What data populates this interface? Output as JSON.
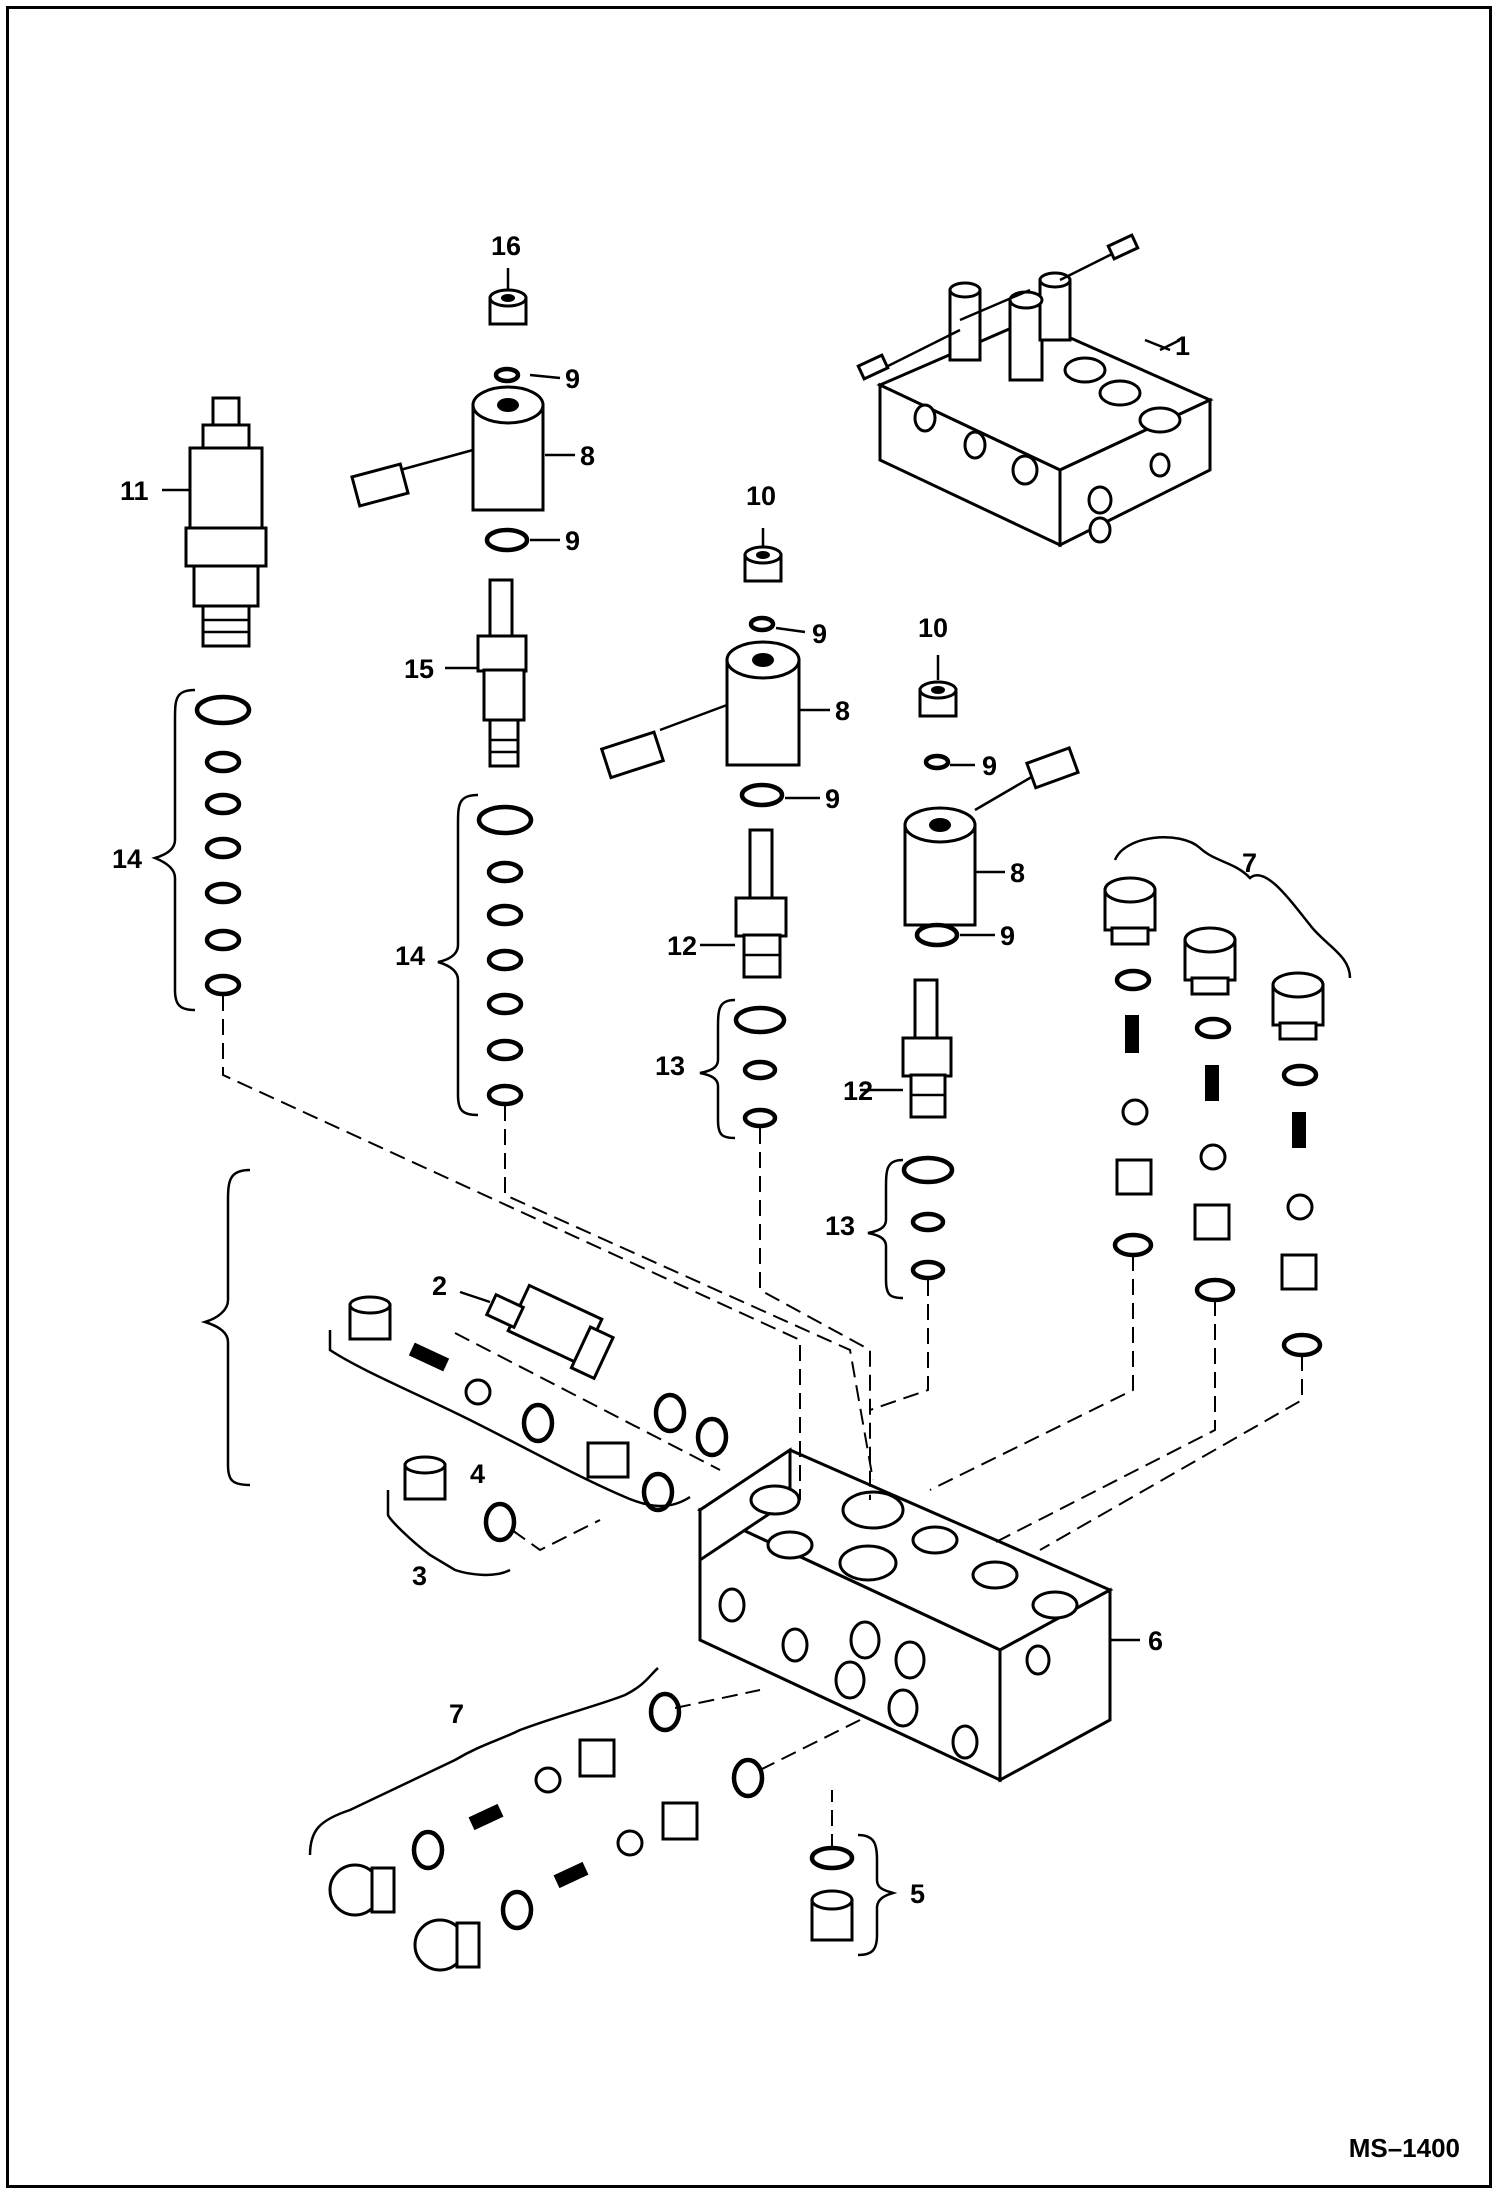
{
  "diagram": {
    "drawing_code": "MS–1400",
    "callouts": {
      "c1": "1",
      "c2": "2",
      "c3": "3",
      "c4": "4",
      "c5": "5",
      "c6": "6",
      "c7a": "7",
      "c7b": "7",
      "c8a": "8",
      "c8b": "8",
      "c8c": "8",
      "c9a": "9",
      "c9b": "9",
      "c9c": "9",
      "c9d": "9",
      "c9e": "9",
      "c9f": "9",
      "c10a": "10",
      "c10b": "10",
      "c11": "11",
      "c12a": "12",
      "c12b": "12",
      "c13a": "13",
      "c13b": "13",
      "c14a": "14",
      "c14b": "14",
      "c15": "15",
      "c16": "16"
    },
    "colors": {
      "line": "#000000",
      "background": "#ffffff"
    }
  }
}
